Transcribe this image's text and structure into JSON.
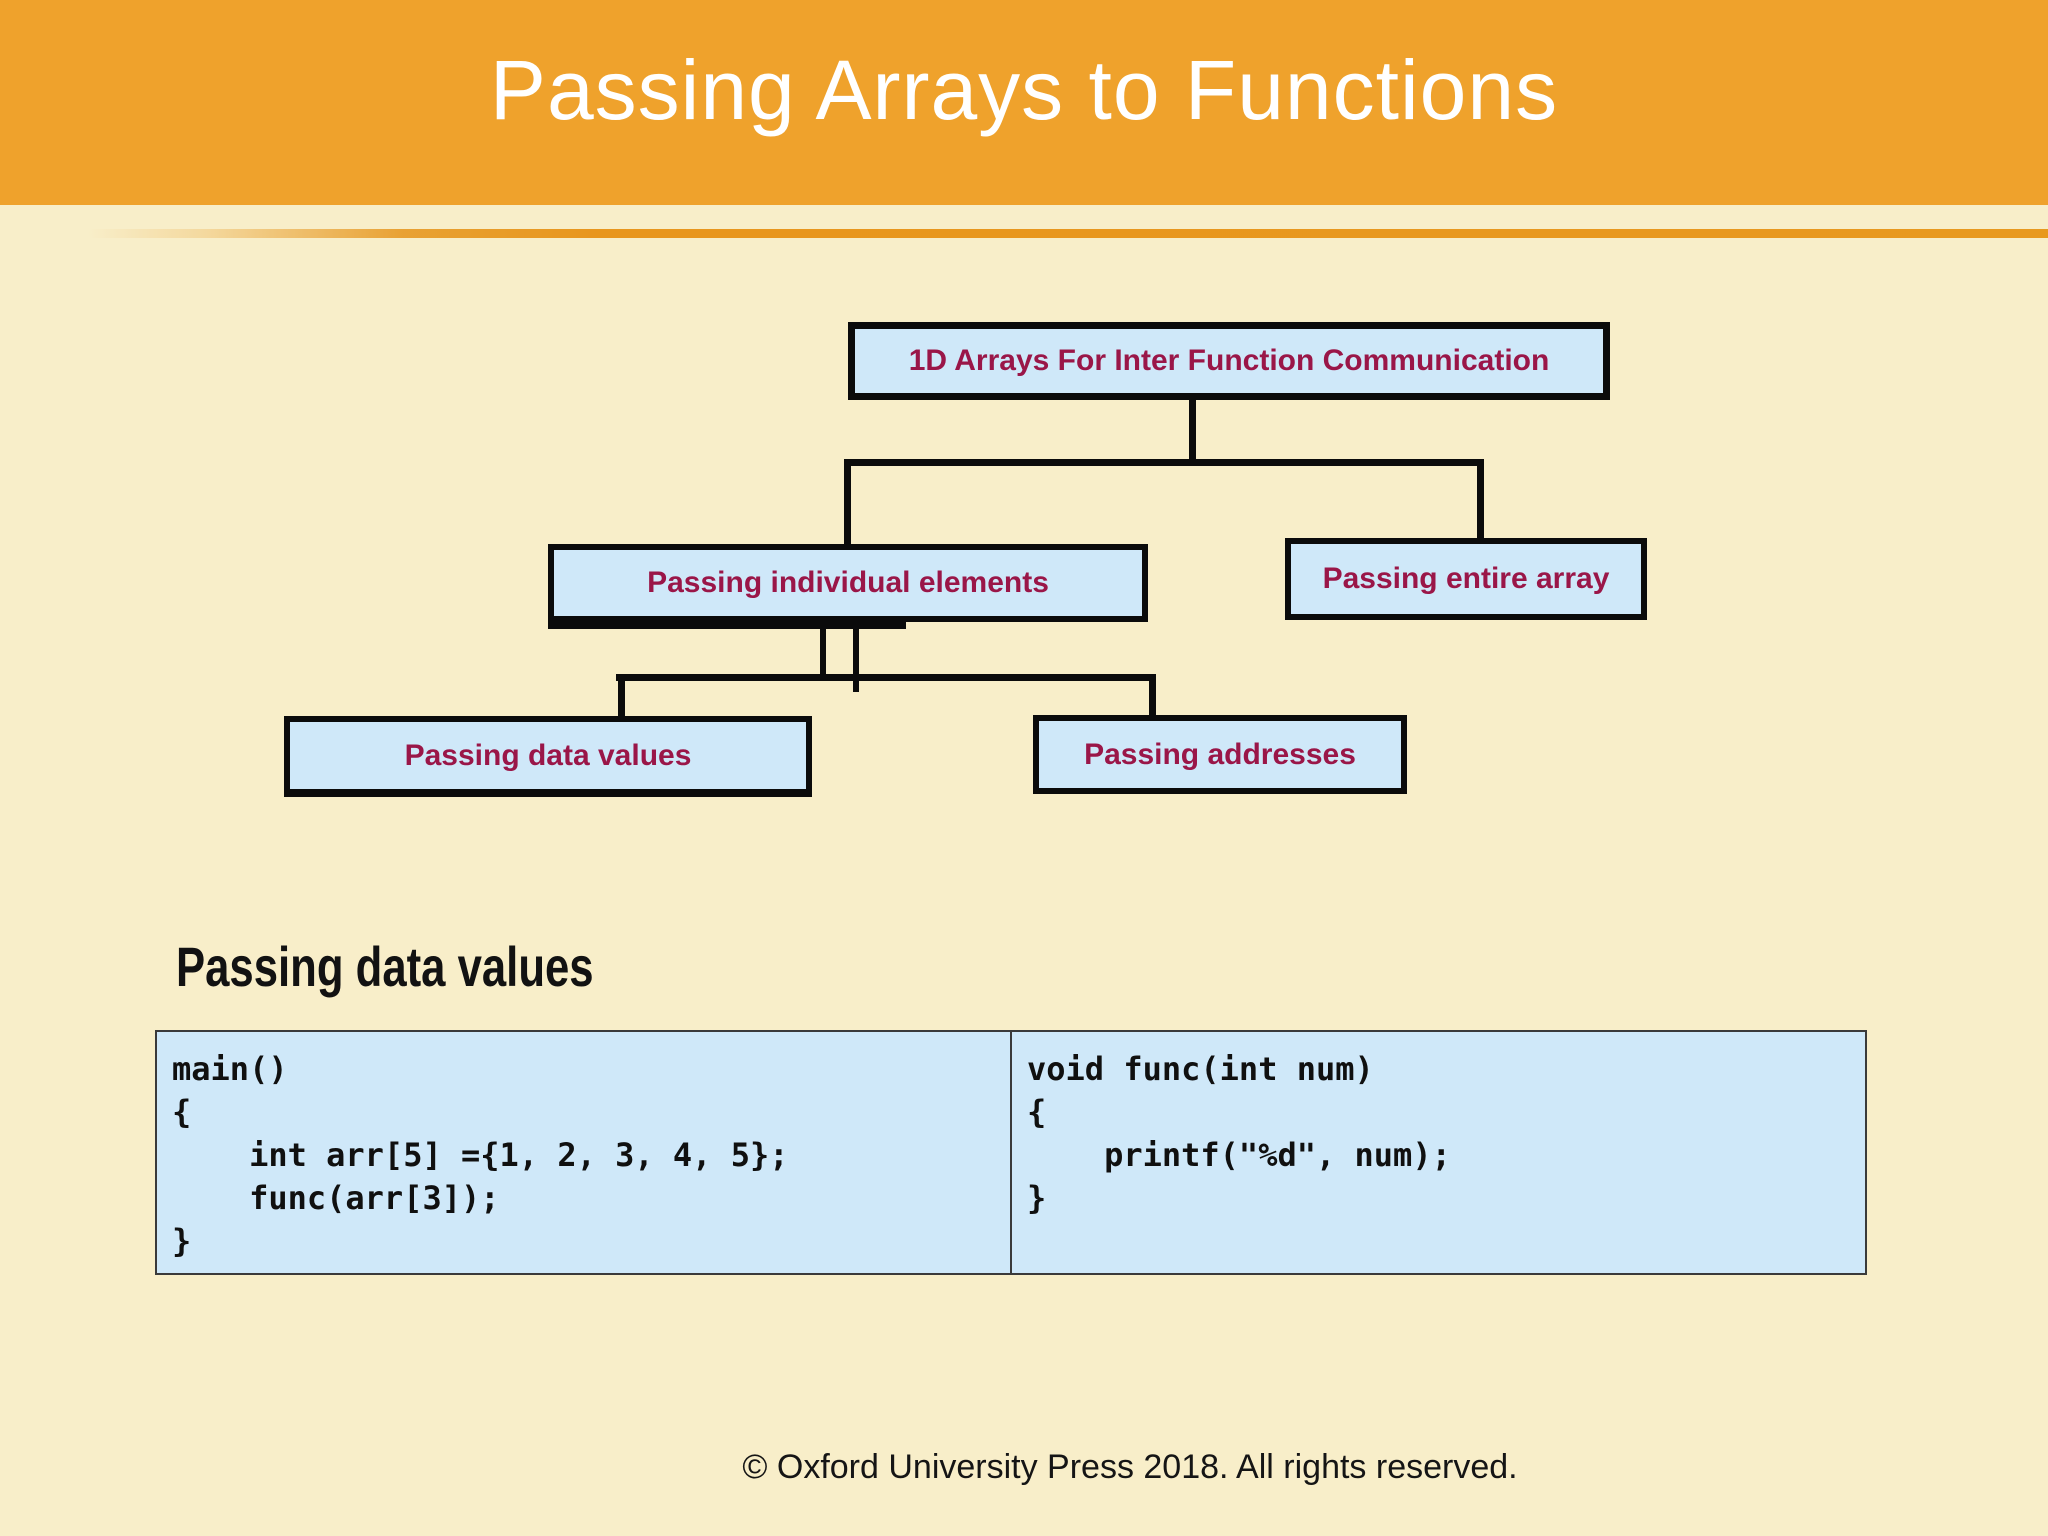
{
  "slide": {
    "title": "Passing Arrays to Functions",
    "footer": "© Oxford University Press 2018. All rights reserved."
  },
  "colors": {
    "header_orange": "#EFA22C",
    "accent_line_orange": "#E8991E",
    "slide_background": "#F8EEC9",
    "node_fill": "#CFE8F9",
    "node_border": "#0B0B0B",
    "node_text": "#9A1648",
    "code_panel_fill": "#CFE8F9",
    "code_panel_border": "#3A3A3A",
    "code_text": "#101010",
    "title_text": "#FFFFFF"
  },
  "diagram": {
    "root": "1D Arrays For Inter Function Communication",
    "level2": [
      "Passing individual elements",
      "Passing entire array"
    ],
    "level3": [
      "Passing data values",
      "Passing addresses"
    ]
  },
  "section": {
    "heading": "Passing data values",
    "code_left": "main()\n{\n    int arr[5] ={1, 2, 3, 4, 5};\n    func(arr[3]);\n}",
    "code_right": "void func(int num)\n{\n    printf(\"%d\", num);\n}"
  }
}
